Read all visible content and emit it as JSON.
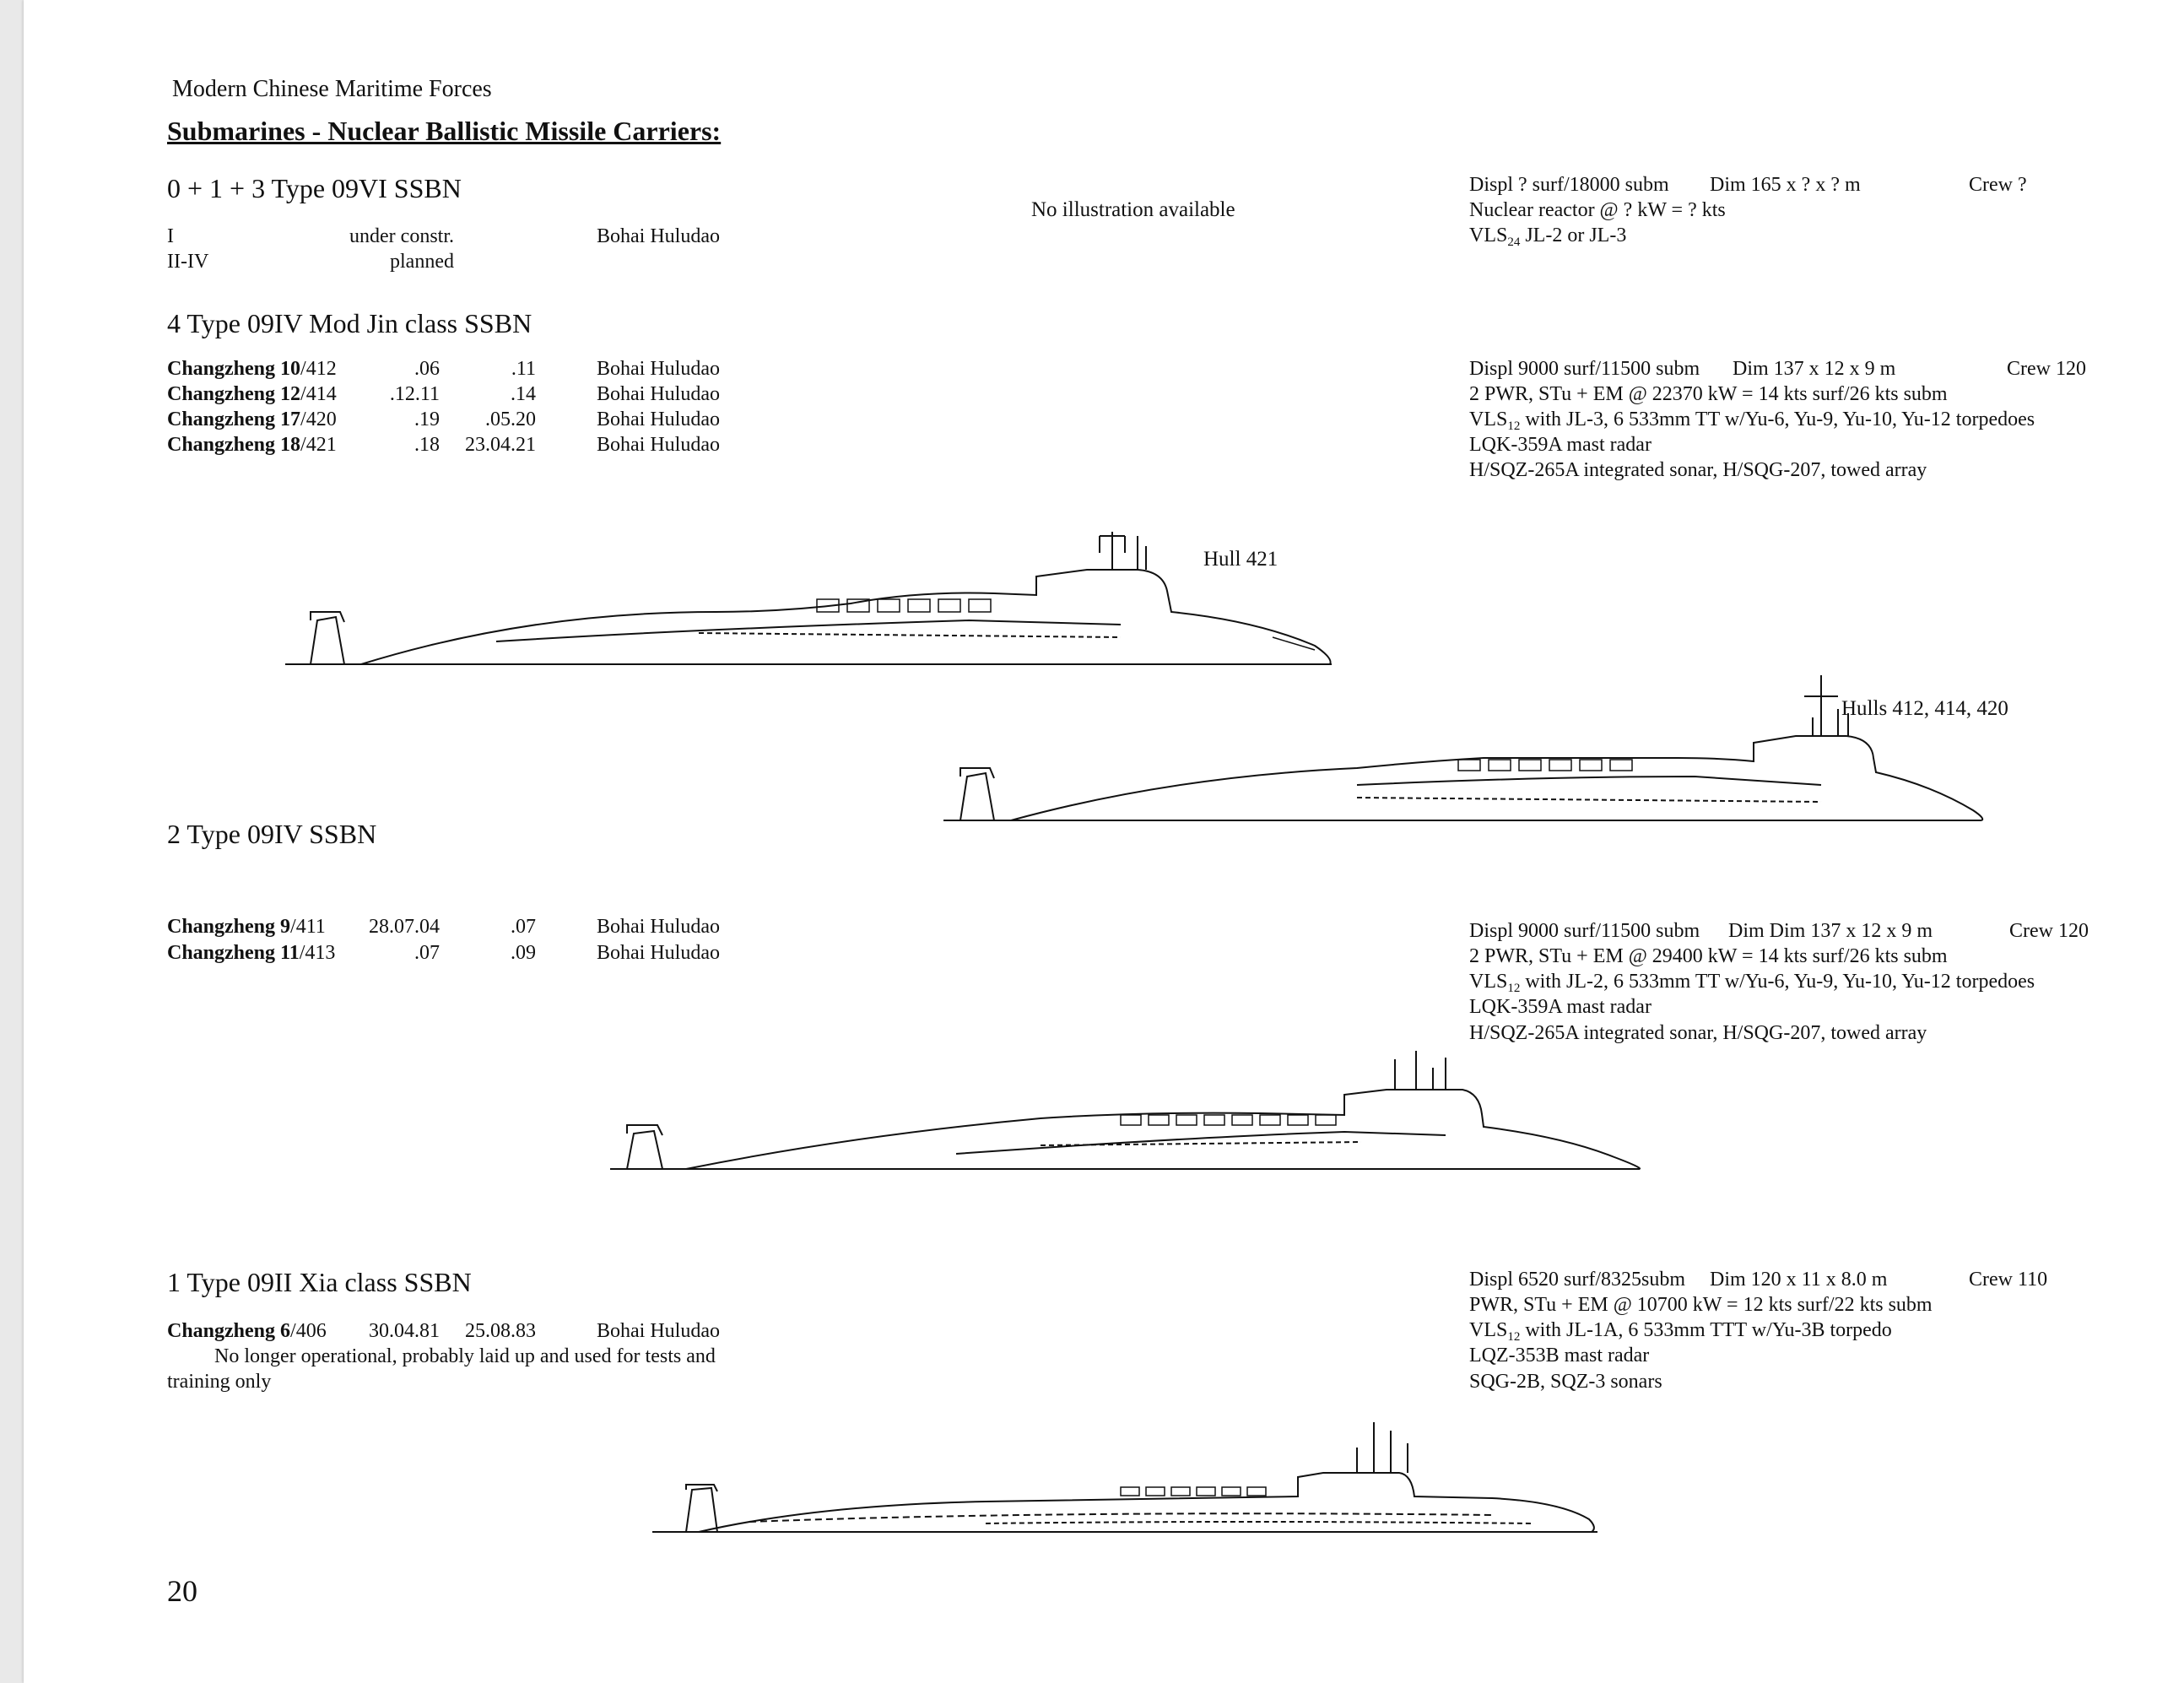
{
  "running_header": "Modern Chinese Maritime Forces",
  "main_title": "Submarines - Nuclear Ballistic Missile Carriers:",
  "sections": {
    "type09vi": {
      "title": "0 + 1 + 3 Type 09VI SSBN",
      "rows": [
        {
          "name": "I",
          "status": "under constr.",
          "yard": "Bohai Huludao"
        },
        {
          "name": "II-IV",
          "status": "planned",
          "yard": ""
        }
      ],
      "no_illustration": "No illustration available",
      "specs": {
        "displ": "Displ ? surf/18000 subm",
        "dim": "Dim 165 x ? x ? m",
        "crew": "Crew ?",
        "propulsion": "Nuclear reactor @ ? kW = ? kts",
        "armament_vls": "VLS",
        "armament_sub": "24",
        "armament_rest": " JL-2 or JL-3"
      }
    },
    "type09iv_mod": {
      "title": "4 Type 09IV Mod Jin class SSBN",
      "rows": [
        {
          "name": "Changzheng 10",
          "hull": "/412",
          "laid": ".06",
          "launched": ".11",
          "yard": "Bohai Huludao"
        },
        {
          "name": "Changzheng 12",
          "hull": "/414",
          "laid": ".12.11",
          "launched": ".14",
          "yard": "Bohai Huludao"
        },
        {
          "name": "Changzheng 17",
          "hull": "/420",
          "laid": ".19",
          "launched": ".05.20",
          "yard": "Bohai Huludao"
        },
        {
          "name": "Changzheng 18",
          "hull": "/421",
          "laid": ".18",
          "launched": "23.04.21",
          "yard": "Bohai Huludao"
        }
      ],
      "specs": {
        "displ": "Displ 9000 surf/11500 subm",
        "dim": "Dim 137 x 12 x 9 m",
        "crew": "Crew 120",
        "propulsion": "2 PWR, STu + EM @ 22370 kW = 14 kts surf/26 kts subm",
        "armament_vls": "VLS",
        "armament_sub": "12",
        "armament_rest": " with JL-3, 6 533mm TT w/Yu-6, Yu-9, Yu-10, Yu-12 torpedoes",
        "radar": "LQK-359A mast radar",
        "sonar": "H/SQZ-265A integrated sonar, H/SQG-207, towed array"
      },
      "caption_a": "Hull 421",
      "caption_b": "Hulls 412, 414, 420"
    },
    "type09iv": {
      "title": "2 Type 09IV SSBN",
      "rows": [
        {
          "name": "Changzheng 9",
          "hull": "/411",
          "laid": "28.07.04",
          "launched": ".07",
          "yard": "Bohai Huludao"
        },
        {
          "name": "Changzheng 11",
          "hull": "/413",
          "laid": ".07",
          "launched": ".09",
          "yard": "Bohai Huludao"
        }
      ],
      "specs": {
        "displ": "Displ 9000 surf/11500 subm",
        "dim": "Dim Dim 137 x 12 x 9 m",
        "crew": "Crew 120",
        "propulsion": "2 PWR, STu + EM @ 29400 kW = 14 kts surf/26 kts subm",
        "armament_vls": "VLS",
        "armament_sub": "12",
        "armament_rest": " with JL-2, 6 533mm TT w/Yu-6, Yu-9, Yu-10, Yu-12 torpedoes",
        "radar": "LQK-359A mast radar",
        "sonar": "H/SQZ-265A integrated sonar, H/SQG-207, towed array"
      }
    },
    "type09ii": {
      "title": "1 Type 09II Xia class SSBN",
      "rows": [
        {
          "name": "Changzheng 6",
          "hull": "/406",
          "laid": "30.04.81",
          "launched": "25.08.83",
          "yard": "Bohai Huludao"
        }
      ],
      "note_line1": "No longer operational, probably laid up and used for tests and",
      "note_line2": "training only",
      "specs": {
        "displ": "Displ 6520 surf/8325subm",
        "dim": "Dim 120 x 11 x 8.0 m",
        "crew": "Crew 110",
        "propulsion": "PWR, STu + EM @ 10700 kW = 12 kts surf/22 kts subm",
        "armament_vls": "VLS",
        "armament_sub": "12",
        "armament_rest": " with JL-1A, 6 533mm TTT w/Yu-3B torpedo",
        "radar": "LQZ-353B mast radar",
        "sonar": "SQG-2B, SQZ-3 sonars"
      }
    }
  },
  "page_number": "20"
}
